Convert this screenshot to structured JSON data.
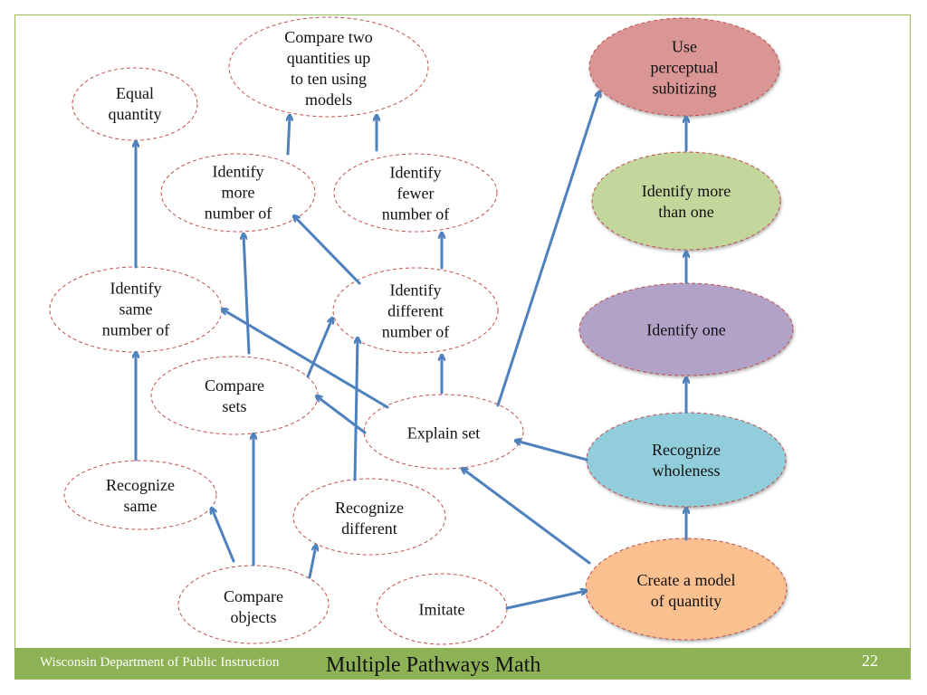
{
  "footer": {
    "organization": "Wisconsin Department of Public Instruction",
    "title": "Multiple Pathways Math",
    "page_number": "22"
  },
  "colors": {
    "arrow": "#4f81bd",
    "dashed_border": "#c0504d",
    "use_perceptual_subitizing": "#d99694",
    "identify_more_than_one": "#c3d69b",
    "identify_one": "#b2a2c7",
    "recognize_wholeness": "#92cddc",
    "create_model_of_quantity": "#fac090",
    "footer_bar": "#8db255"
  },
  "nodes": {
    "compare_two_quantities": "Compare two\nquantities up\nto ten using\nmodels",
    "equal_quantity": "Equal\nquantity",
    "identify_more_number_of": "Identify\nmore\nnumber of",
    "identify_fewer_number_of": "Identify\nfewer\nnumber of",
    "identify_same_number_of": "Identify\nsame\nnumber of",
    "identify_different_number_of": "Identify\ndifferent\nnumber of",
    "compare_sets": "Compare\nsets",
    "explain_set": "Explain set",
    "recognize_same": "Recognize\nsame",
    "recognize_different": "Recognize\ndifferent",
    "compare_objects": "Compare\nobjects",
    "imitate": "Imitate",
    "use_perceptual_subitizing": "Use\nperceptual\nsubitizing",
    "identify_more_than_one": "Identify more\nthan one",
    "identify_one": "Identify one",
    "recognize_wholeness": "Recognize\nwholeness",
    "create_model_of_quantity": "Create a model\nof quantity"
  }
}
